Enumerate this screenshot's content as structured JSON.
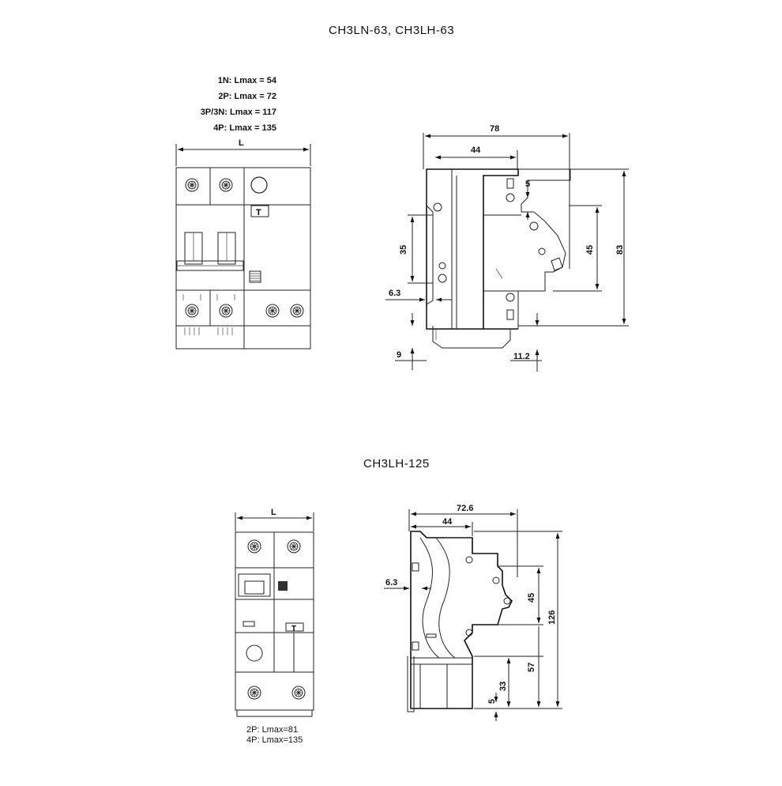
{
  "section_top": {
    "title": "CH3LN-63, CH3LH-63",
    "lmax_notes": [
      "1N: Lmax = 54",
      "2P: Lmax = 72",
      "3P/3N: Lmax = 117",
      "4P: Lmax = 135"
    ],
    "front_dims": {
      "width_label": "L"
    },
    "side_dims": {
      "total_depth": "78",
      "din_depth": "44",
      "terminal_offset": "5",
      "height_small": "35",
      "height_mid": "45",
      "height_total": "83",
      "rail": "6.3",
      "bottom_left": "9",
      "bottom_right": "11.2"
    }
  },
  "section_bottom": {
    "title": "CH3LH-125",
    "lmax_notes": [
      "2P: Lmax=81",
      "4P: Lmax=135"
    ],
    "front_dims": {
      "width_label": "L"
    },
    "side_dims": {
      "total_depth": "72.6",
      "din_depth": "44",
      "rail": "6.3",
      "height_mid": "45",
      "height_total": "126",
      "height_lower": "57",
      "height_bottom": "33",
      "bottom_offset": "5"
    }
  }
}
